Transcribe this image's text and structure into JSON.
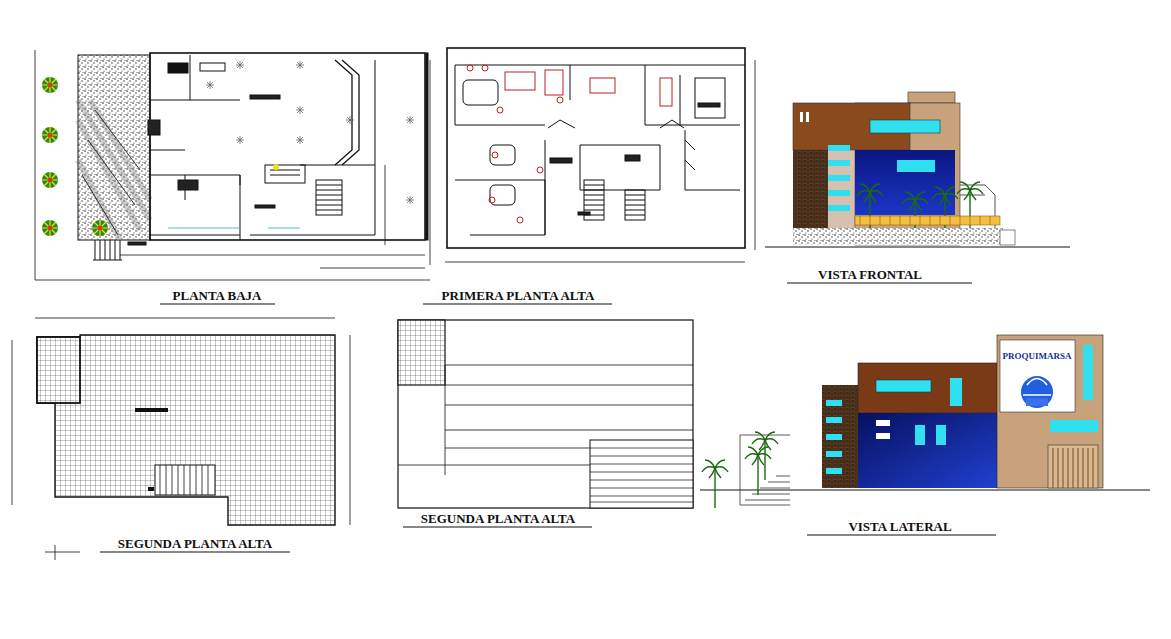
{
  "diagram": {
    "labels": [
      "PLANTA BAJA",
      "PRIMERA PLANTA ALTA",
      "VISTA FRONTAL",
      "SEGUNDA PLANTA ALTA",
      "SEGUNDA PLANTA ALTA",
      "VISTA LATERAL",
      "PROQUIMARSA"
    ]
  }
}
